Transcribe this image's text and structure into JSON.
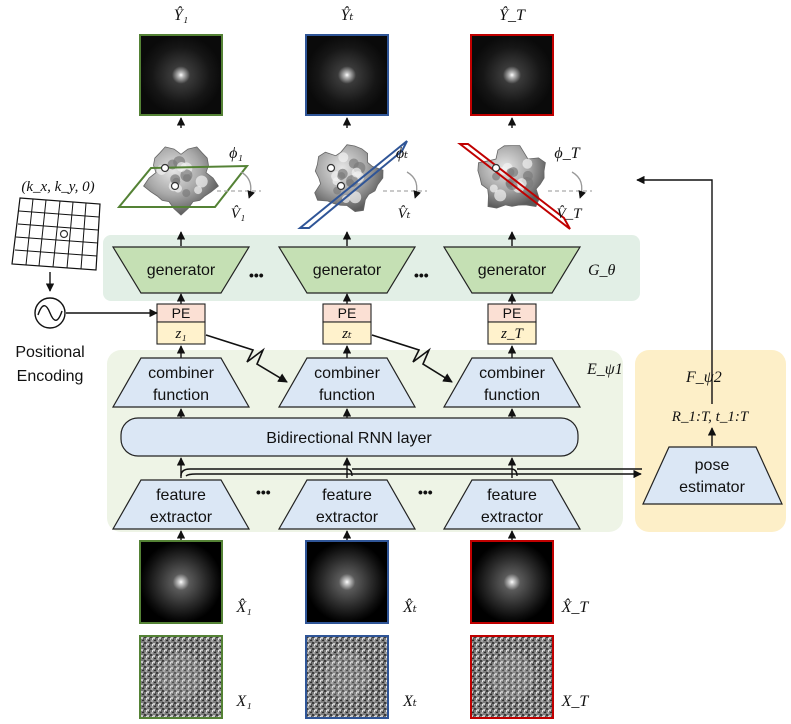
{
  "colors": {
    "green": "#548235",
    "blue": "#2f5597",
    "red": "#c00000",
    "generator_region": "#e2efe6",
    "encoder_region": "#eef4e6",
    "pose_region": "#fdefc8",
    "module_fill": "#dbe7f5",
    "generator_fill": "#c5e0b4",
    "pe_fill": "#fbe0d4",
    "z_fill": "#fff2cc"
  },
  "columns": [
    {
      "y_hat": "Ŷ₁",
      "phi": "ϕ₁",
      "v_hat": "V̂₁",
      "z": "z₁",
      "x_hat": "X̂₁",
      "x": "X₁",
      "color": "green"
    },
    {
      "y_hat": "Ŷₜ",
      "phi": "ϕₜ",
      "v_hat": "V̂ₜ",
      "z": "zₜ",
      "x_hat": "X̂ₜ",
      "x": "Xₜ",
      "color": "blue"
    },
    {
      "y_hat": "Ŷ_T",
      "phi": "ϕ_T",
      "v_hat": "V̂_T",
      "z": "z_T",
      "x_hat": "X̂_T",
      "x": "X_T",
      "color": "red"
    }
  ],
  "generator_label": "generator",
  "generator_region_label": "G_θ",
  "encoder_region_label": "E_ψ1",
  "pose_region_label": "F_ψ2",
  "pe_label": "PE",
  "combiner_label_line1": "combiner",
  "combiner_label_line2": "function",
  "rnn_label": "Bidirectional RNN layer",
  "feature_label_line1": "feature",
  "feature_label_line2": "extractor",
  "pose_label_line1": "pose",
  "pose_label_line2": "estimator",
  "pose_output_label": "R_1:T, t_1:T",
  "grid_coord_label": "(k_x, k_y, 0)",
  "positional_label_line1": "Positional",
  "positional_label_line2": "Encoding",
  "ellipsis": "•••"
}
